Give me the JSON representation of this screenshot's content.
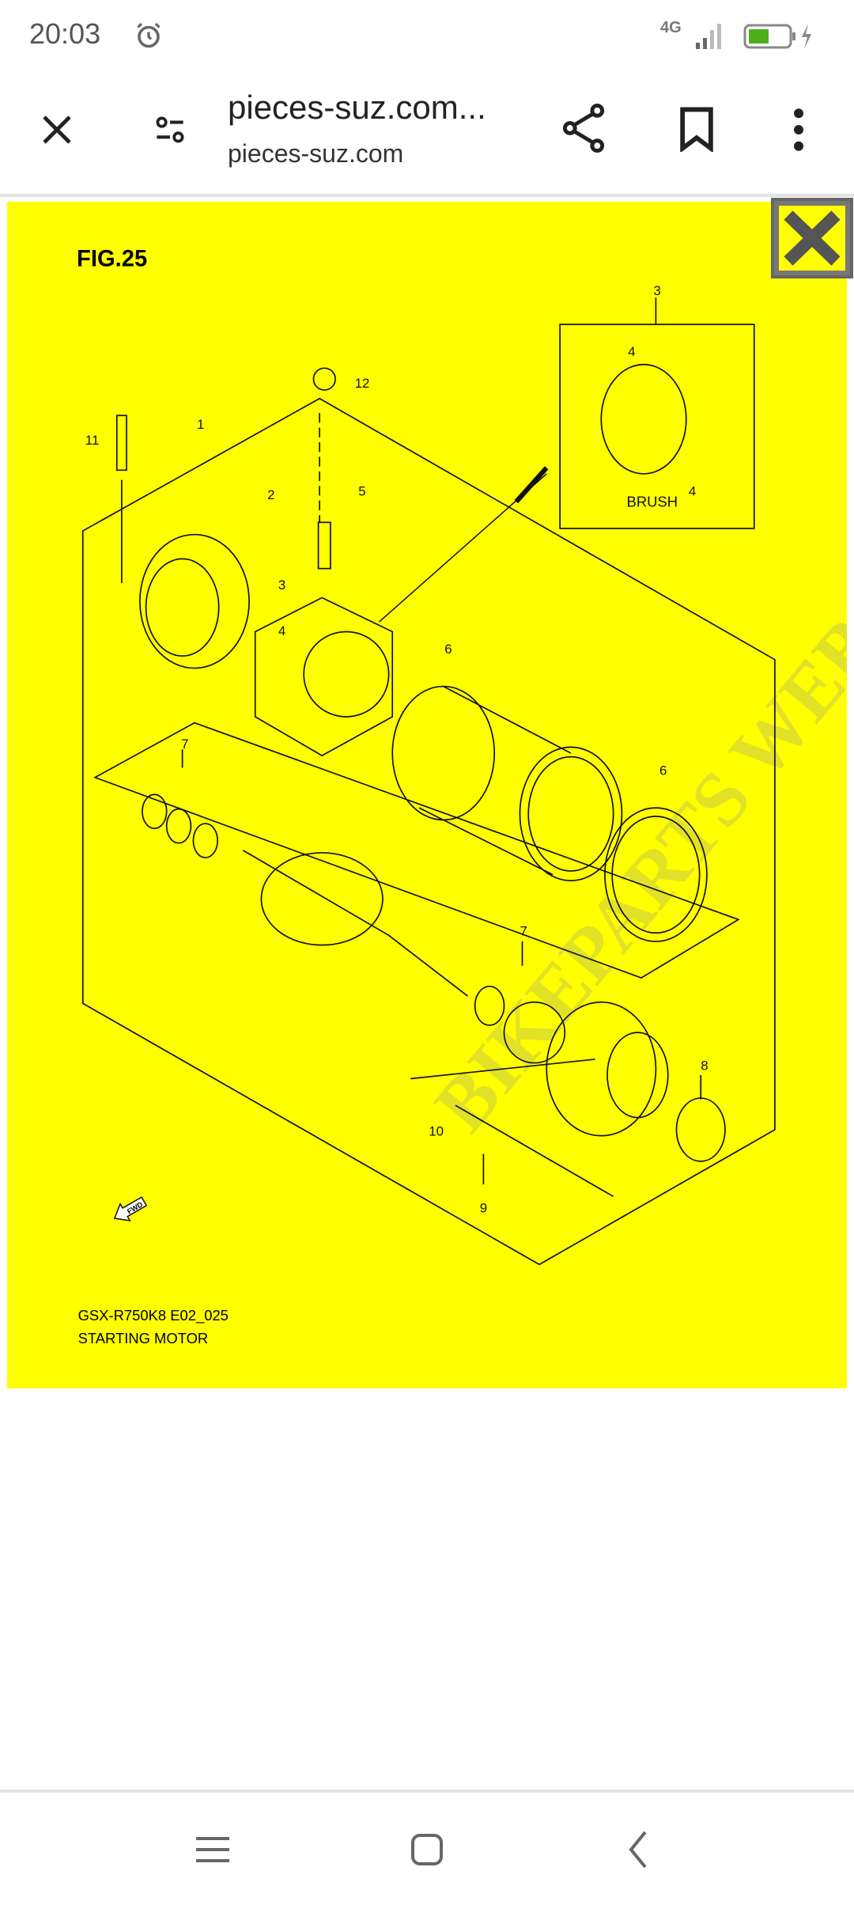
{
  "status_bar": {
    "time": "20:03",
    "network": "4G",
    "battery_color": "#4caf19"
  },
  "toolbar": {
    "title": "pieces-suz.com...",
    "subtitle": "pieces-suz.com"
  },
  "diagram": {
    "figure": "FIG.25",
    "model": "GSX-R750K8 E02_025",
    "caption": "STARTING MOTOR",
    "brush_label": "BRUSH",
    "fwd_label": "FWD",
    "watermark": "BIKEPARTS WEB",
    "part_numbers": [
      "1",
      "2",
      "3",
      "3",
      "4",
      "4",
      "4",
      "5",
      "6",
      "6",
      "7",
      "7",
      "8",
      "9",
      "10",
      "11",
      "12"
    ],
    "background": "#ffff00"
  }
}
